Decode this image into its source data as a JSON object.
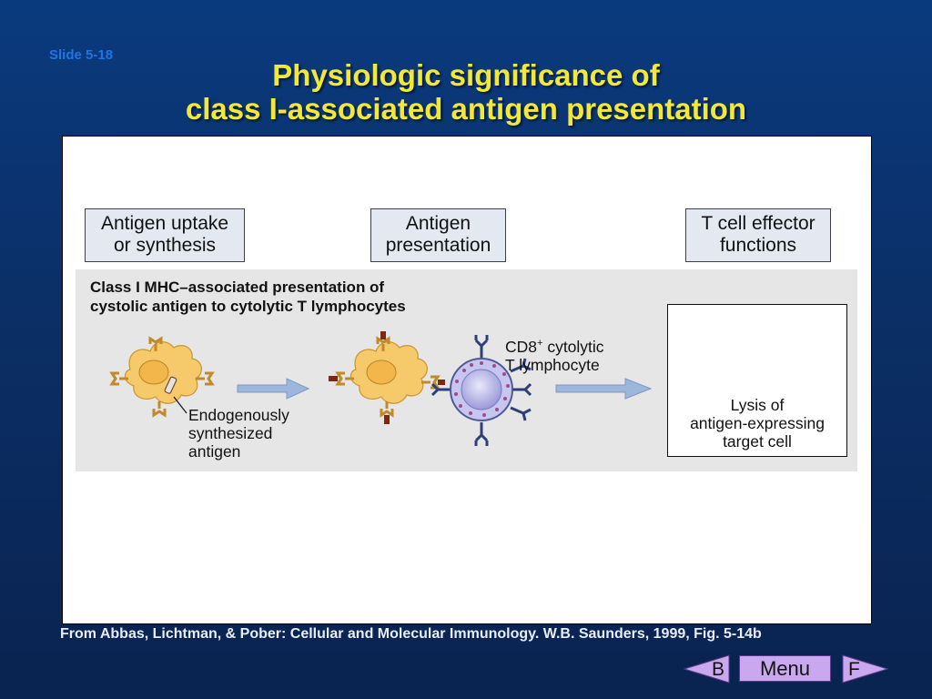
{
  "slide": {
    "number": "Slide 5-18",
    "title_line1": "Physiologic significance of",
    "title_line2": "class I-associated antigen presentation",
    "credit": "From Abbas, Lichtman, & Pober: Cellular and Molecular Immunology. W.B. Saunders, 1999, Fig. 5-14b"
  },
  "figure": {
    "stages": [
      {
        "line1": "Antigen uptake",
        "line2": "or synthesis"
      },
      {
        "line1": "Antigen",
        "line2": "presentation"
      },
      {
        "line1": "T cell effector",
        "line2": "functions"
      }
    ],
    "band_title_line1": "Class I MHC–associated presentation of",
    "band_title_line2": "cystolic antigen to cytolytic T lymphocytes",
    "antigen_label": [
      "Endogenously",
      "synthesized",
      "antigen"
    ],
    "tcell_label_cd8": "CD8",
    "tcell_label_sup": "+",
    "tcell_label_rest": " cytolytic",
    "tcell_label_line2": "T lymphocyte",
    "result_label": [
      "Lysis of",
      "antigen-expressing",
      "target cell"
    ],
    "colors": {
      "cell_fill": "#f6c96a",
      "nucleus_fill": "#f3b64a",
      "mhc": "#c08a2a",
      "peptide": "#7a2a14",
      "tcell_fill": "#b8b8e8",
      "tcr": "#2c3f78",
      "arrow": "#9cb6dc"
    }
  },
  "nav": {
    "back_label": "B",
    "menu_label": "Menu",
    "forward_label": "F",
    "button_color": "#c9a8ef"
  }
}
